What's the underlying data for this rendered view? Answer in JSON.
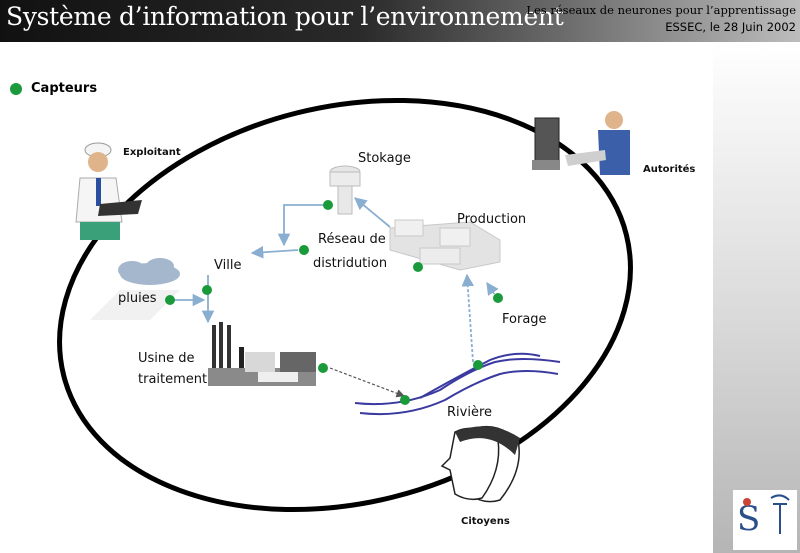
{
  "header": {
    "title": "Système d’information pour l’environnement",
    "subtitle1": "Les réseaux de neurones pour l’apprentissage",
    "subtitle2": "ESSEC, le 28 Juin 2002"
  },
  "legend": {
    "label": "Capteurs",
    "color": "#1a9a3a"
  },
  "actors": {
    "exploitant": "Exploitant",
    "autorites": "Autorités",
    "citoyens": "Citoyens"
  },
  "nodes": {
    "stokage": "Stokage",
    "production": "Production",
    "reseau_line1": "Réseau de",
    "reseau_line2": "distridution",
    "ville": "Ville",
    "pluies": "pluies",
    "usine_line1": "Usine de",
    "usine_line2": "traitement",
    "forage": "Forage",
    "riviere": "Rivière"
  },
  "colors": {
    "sensor": "#1a9a3a",
    "flow": "#8aaed0",
    "river": "#3a3aa0"
  }
}
